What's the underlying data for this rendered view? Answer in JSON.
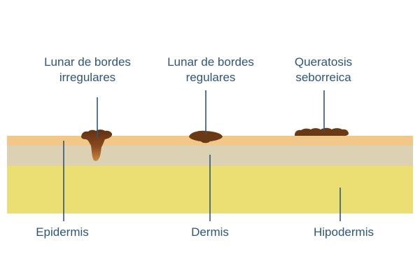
{
  "labels": {
    "irregular_mole": [
      "Lunar de bordes",
      "irregulares"
    ],
    "regular_mole": [
      "Lunar de bordes",
      "regulares"
    ],
    "keratosis": [
      "Queratosis",
      "seborreica"
    ],
    "epidermis": "Epidermis",
    "dermis": "Dermis",
    "hypodermis": "Hipodermis"
  },
  "colors": {
    "epidermis": "#f2c88a",
    "dermis": "#ddd1b4",
    "hypodermis": "#ebdf74",
    "lesion": "#6a3a17",
    "lesion_light": "#c47a3a",
    "leader": "#2f5577",
    "text": "#2f5577"
  }
}
